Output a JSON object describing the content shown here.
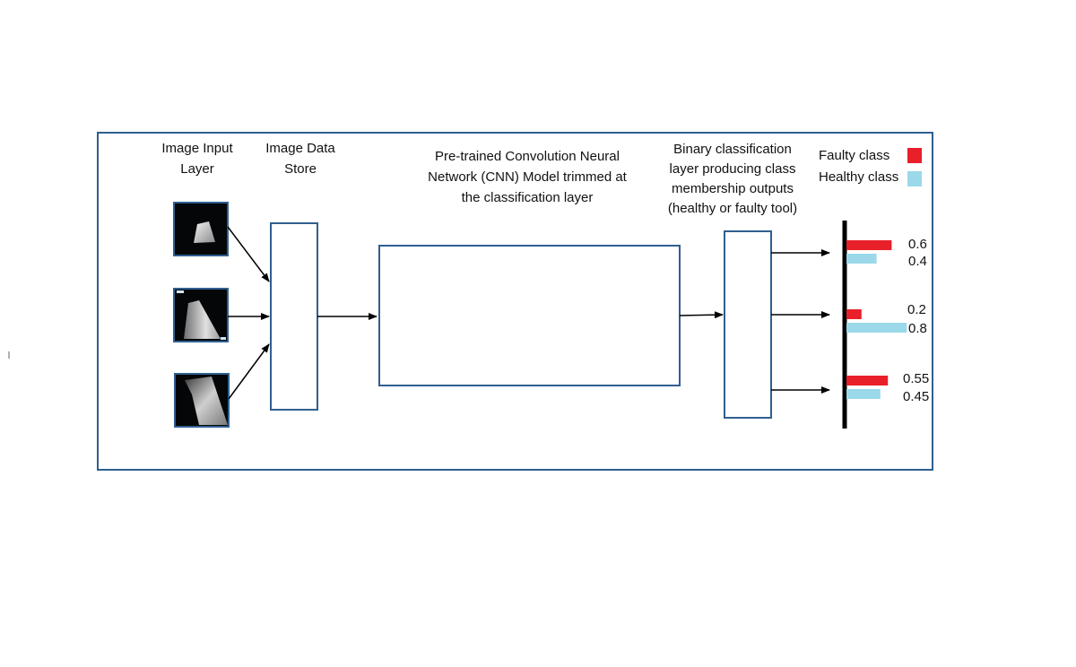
{
  "labels": {
    "image_input_layer": "Image Input\nLayer",
    "image_data_store": "Image Data\nStore",
    "cnn_model": "Pre-trained Convolution Neural\nNetwork (CNN) Model trimmed at\nthe classification layer",
    "binary_layer": "Binary classification\nlayer producing class\nmembership outputs\n(healthy or faulty tool)"
  },
  "legend": {
    "faulty": "Faulty class",
    "healthy": "Healthy class"
  },
  "colors": {
    "box_stroke": "#2f5f8f",
    "faulty": "#e8202a",
    "healthy": "#9ad8ea",
    "arrow": "#000000"
  },
  "outputs": [
    {
      "faulty": 0.6,
      "healthy": 0.4,
      "faulty_label": "0.6",
      "healthy_label": "0.4"
    },
    {
      "faulty": 0.2,
      "healthy": 0.8,
      "faulty_label": "0.2",
      "healthy_label": "0.8"
    },
    {
      "faulty": 0.55,
      "healthy": 0.45,
      "faulty_label": "0.55",
      "healthy_label": "0.45"
    }
  ]
}
